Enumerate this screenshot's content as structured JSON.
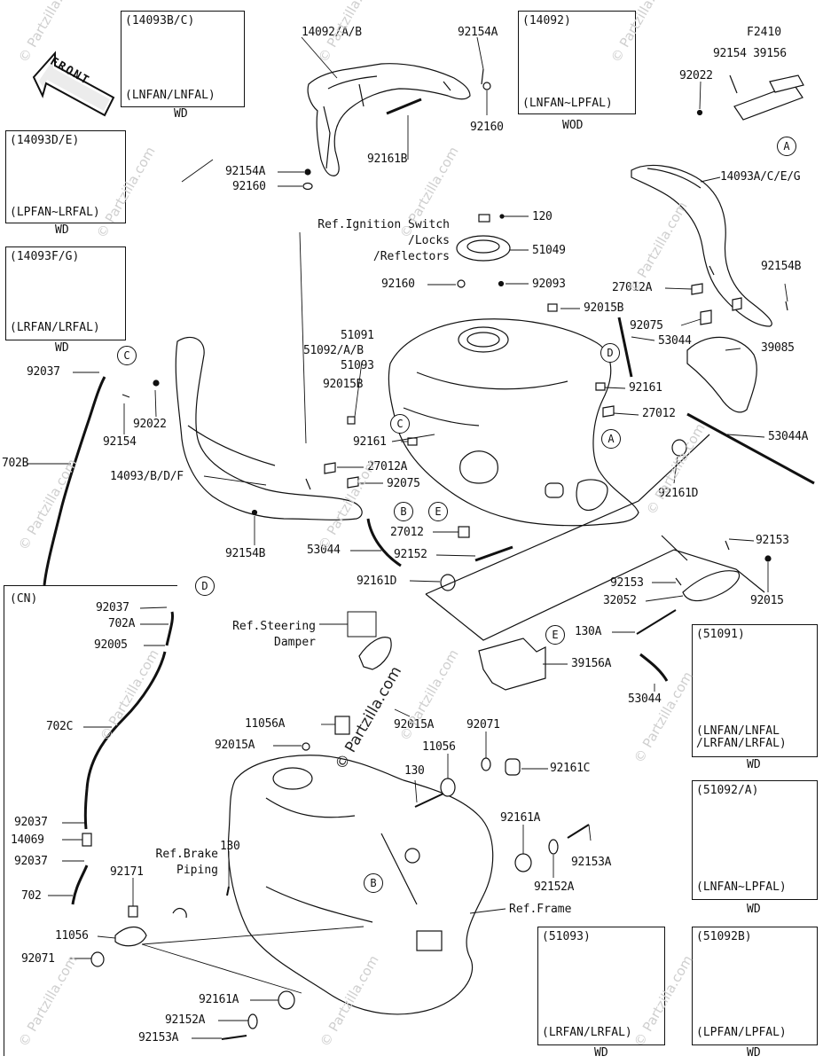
{
  "watermark": "© Partzilla.com",
  "front_label": "FRONT",
  "callout_letters": [
    "A",
    "B",
    "C",
    "D",
    "E"
  ],
  "refs": {
    "ignition": "Ref.Ignition Switch\n/Locks\n/Reflectors",
    "steering": "Ref.Steering\nDamper",
    "brake": "Ref.Brake\nPiping",
    "frame": "Ref.Frame"
  },
  "cn_label": "(CN)",
  "code_f2410": "F2410",
  "inset_boxes": [
    {
      "id": "14093BC",
      "part": "(14093B/C)",
      "models": "(LNFAN/LNFAL)",
      "tag": "WD"
    },
    {
      "id": "14092",
      "part": "(14092)",
      "models": "(LNFAN~LPFAL)",
      "tag": "WOD"
    },
    {
      "id": "14093DE",
      "part": "(14093D/E)",
      "models": "(LPFAN~LRFAL)",
      "tag": "WD"
    },
    {
      "id": "14093FG",
      "part": "(14093F/G)",
      "models": "(LRFAN/LRFAL)",
      "tag": "WD"
    },
    {
      "id": "51091",
      "part": "(51091)",
      "models": "(LNFAN/LNFAL\n/LRFAN/LRFAL)",
      "tag": "WD"
    },
    {
      "id": "51092A",
      "part": "(51092/A)",
      "models": "(LNFAN~LPFAL)",
      "tag": "WD"
    },
    {
      "id": "51093",
      "part": "(51093)",
      "models": "(LRFAN/LRFAL)",
      "tag": "WD"
    },
    {
      "id": "51092B",
      "part": "(51092B)",
      "models": "(LPFAN/LPFAL)",
      "tag": "WD"
    }
  ],
  "part_labels": [
    {
      "id": "p1",
      "text": "14092/A/B"
    },
    {
      "id": "p2",
      "text": "92154A"
    },
    {
      "id": "p3",
      "text": "92160"
    },
    {
      "id": "p4",
      "text": "92154A"
    },
    {
      "id": "p5",
      "text": "92160"
    },
    {
      "id": "p6",
      "text": "92161B"
    },
    {
      "id": "p7",
      "text": "92022"
    },
    {
      "id": "p8",
      "text": "92154 39156"
    },
    {
      "id": "p9",
      "text": "14093A/C/E/G"
    },
    {
      "id": "p10",
      "text": "120"
    },
    {
      "id": "p11",
      "text": "51049"
    },
    {
      "id": "p12",
      "text": "92160"
    },
    {
      "id": "p13",
      "text": "92093"
    },
    {
      "id": "p14",
      "text": "92154B"
    },
    {
      "id": "p15",
      "text": "27012A"
    },
    {
      "id": "p16",
      "text": "92015B"
    },
    {
      "id": "p17",
      "text": "92075"
    },
    {
      "id": "p18",
      "text": "53044"
    },
    {
      "id": "p19",
      "text": "39085"
    },
    {
      "id": "p20",
      "text": "51091"
    },
    {
      "id": "p21",
      "text": "51092/A/B"
    },
    {
      "id": "p22",
      "text": "51093"
    },
    {
      "id": "p23",
      "text": "92015B"
    },
    {
      "id": "p24",
      "text": "92161"
    },
    {
      "id": "p25",
      "text": "27012"
    },
    {
      "id": "p26",
      "text": "53044A"
    },
    {
      "id": "p27",
      "text": "92037"
    },
    {
      "id": "p28",
      "text": "92022"
    },
    {
      "id": "p29",
      "text": "92154"
    },
    {
      "id": "p30",
      "text": "92161"
    },
    {
      "id": "p31",
      "text": "702B"
    },
    {
      "id": "p32",
      "text": "27012A"
    },
    {
      "id": "p33",
      "text": "14093/B/D/F"
    },
    {
      "id": "p34",
      "text": "92075"
    },
    {
      "id": "p35",
      "text": "92161D"
    },
    {
      "id": "p36",
      "text": "92154B"
    },
    {
      "id": "p37",
      "text": "53044"
    },
    {
      "id": "p38",
      "text": "27012"
    },
    {
      "id": "p39",
      "text": "92153"
    },
    {
      "id": "p40",
      "text": "92152"
    },
    {
      "id": "p41",
      "text": "92161D"
    },
    {
      "id": "p42",
      "text": "92153"
    },
    {
      "id": "p43",
      "text": "32052"
    },
    {
      "id": "p44",
      "text": "92015"
    },
    {
      "id": "p45",
      "text": "92037"
    },
    {
      "id": "p46",
      "text": "702A"
    },
    {
      "id": "p47",
      "text": "92005"
    },
    {
      "id": "p48",
      "text": "130A"
    },
    {
      "id": "p49",
      "text": "39156A"
    },
    {
      "id": "p50",
      "text": "53044"
    },
    {
      "id": "p51",
      "text": "702C"
    },
    {
      "id": "p52",
      "text": "11056A"
    },
    {
      "id": "p53",
      "text": "92015A"
    },
    {
      "id": "p54",
      "text": "92015A"
    },
    {
      "id": "p55",
      "text": "92071"
    },
    {
      "id": "p56",
      "text": "11056"
    },
    {
      "id": "p57",
      "text": "92161C"
    },
    {
      "id": "p58",
      "text": "130"
    },
    {
      "id": "p59",
      "text": "92037"
    },
    {
      "id": "p60",
      "text": "14069"
    },
    {
      "id": "p61",
      "text": "92037"
    },
    {
      "id": "p62",
      "text": "702"
    },
    {
      "id": "p63",
      "text": "130"
    },
    {
      "id": "p64",
      "text": "92171"
    },
    {
      "id": "p65",
      "text": "92161A"
    },
    {
      "id": "p66",
      "text": "92153A"
    },
    {
      "id": "p67",
      "text": "92152A"
    },
    {
      "id": "p68",
      "text": "11056"
    },
    {
      "id": "p69",
      "text": "92071"
    },
    {
      "id": "p70",
      "text": "92161A"
    },
    {
      "id": "p71",
      "text": "92152A"
    },
    {
      "id": "p72",
      "text": "92153A"
    }
  ]
}
